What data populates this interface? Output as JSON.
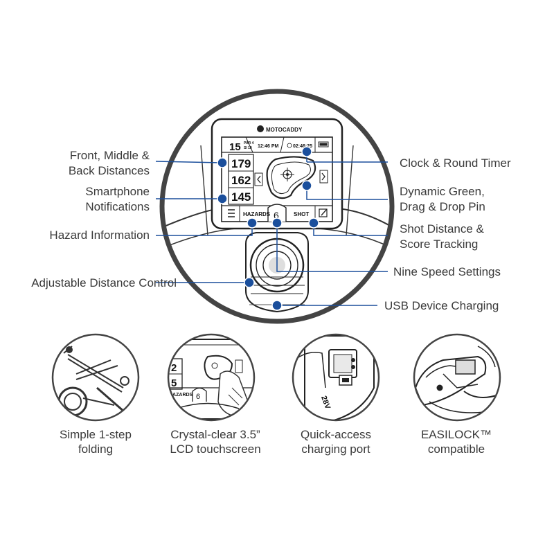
{
  "accent_color": "#1b4f9c",
  "device": {
    "brand": "MOTOCADDY",
    "hole_number": "15",
    "hole_par": "PAR 4",
    "hole_si": "SI 18",
    "clock": "12:46 PM",
    "timer": "02:46:25",
    "distances": [
      "179",
      "162",
      "145"
    ],
    "hazards_label": "HAZARDS",
    "speed_value": "6",
    "shot_label": "SHOT"
  },
  "callouts": {
    "distances": [
      "Front, Middle &",
      "Back Distances"
    ],
    "notifications": [
      "Smartphone",
      "Notifications"
    ],
    "hazard": [
      "Hazard Information"
    ],
    "adjustable": [
      "Adjustable Distance Control"
    ],
    "clock": [
      "Clock & Round Timer"
    ],
    "green": [
      "Dynamic Green,",
      "Drag & Drop Pin"
    ],
    "shot": [
      "Shot Distance &",
      "Score Tracking"
    ],
    "speed": [
      "Nine Speed Settings"
    ],
    "usb": [
      "USB Device Charging"
    ]
  },
  "features": [
    {
      "line1": "Simple 1-step",
      "line2": "folding",
      "icon": "folding-trolley-icon"
    },
    {
      "line1": "Crystal-clear 3.5”",
      "line2": "LCD touchscreen",
      "icon": "touchscreen-icon",
      "screen_distances": [
        "2",
        "5"
      ],
      "screen_hazards": "HAZARDS",
      "screen_speed": "6"
    },
    {
      "line1": "Quick-access",
      "line2": "charging port",
      "icon": "charging-port-icon",
      "voltage": "28V"
    },
    {
      "line1": "EASILOCK™",
      "line2": "compatible",
      "icon": "easilock-icon"
    }
  ]
}
